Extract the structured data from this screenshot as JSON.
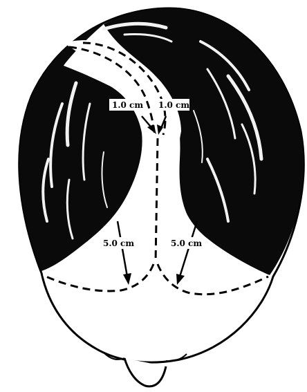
{
  "labels": {
    "inner_left": "1.0 cm",
    "inner_right": "1.0 cm",
    "outer_left": "5.0 cm",
    "outer_right": "5.0 cm"
  },
  "colors": {
    "hair": "#0a0a0a",
    "scalp": "#ffffff",
    "highlight": "#f2f2f2",
    "outline": "#000000"
  }
}
